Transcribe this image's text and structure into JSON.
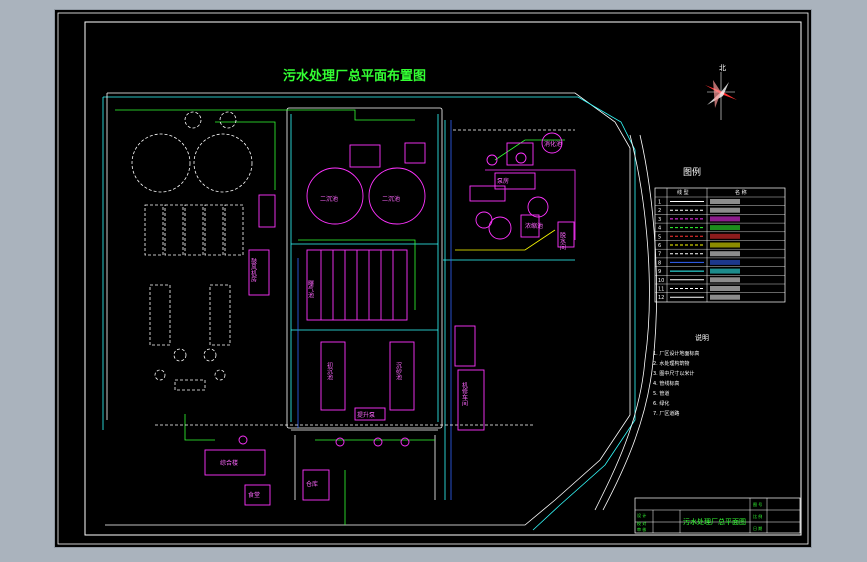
{
  "drawing": {
    "title": "污水处理厂总平面布置图",
    "north": "北",
    "legend_title": "图例",
    "legend_header": [
      "线 型",
      "名 称"
    ],
    "legend_rows": [
      {
        "no": "1",
        "color": "#ffffff",
        "style": "solid"
      },
      {
        "no": "2",
        "color": "#ffffff",
        "style": "dash"
      },
      {
        "no": "3",
        "color": "#ff33ff",
        "style": "dash"
      },
      {
        "no": "4",
        "color": "#33ff33",
        "style": "dash"
      },
      {
        "no": "5",
        "color": "#ff3333",
        "style": "dash"
      },
      {
        "no": "6",
        "color": "#ffff00",
        "style": "dash"
      },
      {
        "no": "7",
        "color": "#ffffff",
        "style": "dash"
      },
      {
        "no": "8",
        "color": "#3366ff",
        "style": "solid"
      },
      {
        "no": "9",
        "color": "#33ffff",
        "style": "solid"
      },
      {
        "no": "10",
        "color": "#ffffff",
        "style": "solid"
      },
      {
        "no": "11",
        "color": "#ffffff",
        "style": "dash"
      },
      {
        "no": "12",
        "color": "#ffffff",
        "style": "solid"
      }
    ],
    "notes_title": "说明",
    "notes": [
      "1. 厂区设计地面标高",
      "2. 水处理构筑物",
      "3. 图中尺寸以米计",
      "4. 管线标高",
      "5. 管道",
      "6. 绿化",
      "7. 厂区道路"
    ],
    "title_block": {
      "drawing_name": "污水处理厂总平面图",
      "left_cells": [
        "设 计",
        "校 对",
        "审 核"
      ],
      "right_cells": [
        "图 号",
        "比 例",
        "日 期"
      ]
    },
    "structures": {
      "secondary_clarifier_1": "二沉池",
      "secondary_clarifier_2": "二沉池",
      "aeration": "曝气池",
      "blower": "鼓风机房",
      "primary": "初沉池",
      "grit": "沉砂池",
      "lift": "提升泵",
      "control": "综合楼",
      "canteen": "食堂",
      "warehouse": "仓库",
      "office": "机修车间",
      "sludge_pump": "泵房",
      "digester": "消化池",
      "dewater": "脱水间",
      "sludge_thicken": "浓缩池"
    }
  }
}
